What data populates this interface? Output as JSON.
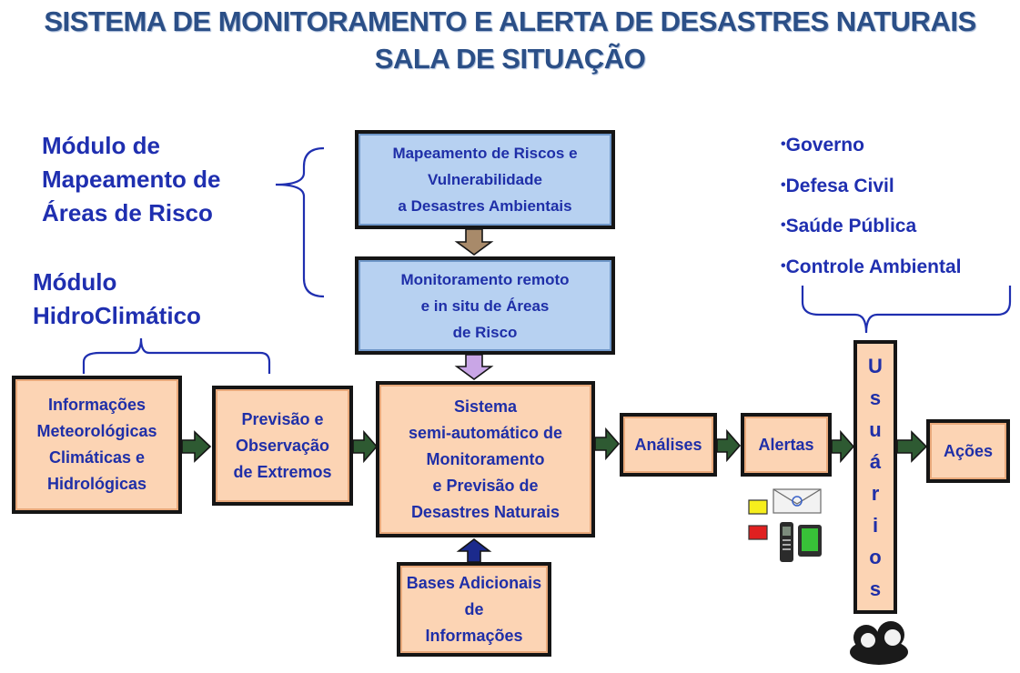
{
  "title": {
    "line1": "SISTEMA DE MONITORAMENTO  E ALERTA DE DESASTRES NATURAIS",
    "line2": "SALA DE SITUAÇÃO"
  },
  "modules": {
    "mapeamento": [
      "Módulo de",
      "Mapeamento de",
      "Áreas de Risco"
    ],
    "hidroclimatico": [
      "Módulo",
      "HidroClimático"
    ]
  },
  "boxes": {
    "mapeamento_riscos": [
      "Mapeamento de Riscos e",
      "Vulnerabilidade",
      "a Desastres  Ambientais"
    ],
    "monitoramento_remoto": [
      "Monitoramento remoto",
      "e  in situ de Áreas",
      "de  Risco"
    ],
    "informacoes": [
      "Informações",
      "Meteorológicas",
      "Climáticas e",
      "Hidrológicas"
    ],
    "previsao": [
      "Previsão e",
      "Observação",
      "de Extremos"
    ],
    "sistema": [
      "Sistema",
      "semi-automático de",
      "Monitoramento",
      "e Previsão de",
      "Desastres  Naturais"
    ],
    "analises": "Análises",
    "alertas": "Alertas",
    "bases": [
      "Bases Adicionais",
      "de",
      "Informações"
    ],
    "acoes": "Ações"
  },
  "usuarios_letters": [
    "U",
    "s",
    "u",
    "á",
    "r",
    "i",
    "o",
    "s"
  ],
  "user_groups": [
    "Governo",
    "Defesa Civil",
    "Saúde Pública",
    "Controle Ambiental"
  ],
  "icons": [
    "email-icon",
    "yellow-status-icon",
    "red-status-icon",
    "mobile-phone-icon",
    "smartphone-icon",
    "users-icon"
  ],
  "colors": {
    "orange_fill": "#fcd4b4",
    "blue_fill": "#b7d1f1",
    "text_blue": "#1f2fa8",
    "arrow_green": "#2e5a32",
    "arrow_tan": "#a88a6a",
    "arrow_lilac": "#c9a6e6",
    "arrow_navy": "#1b2a8c"
  }
}
